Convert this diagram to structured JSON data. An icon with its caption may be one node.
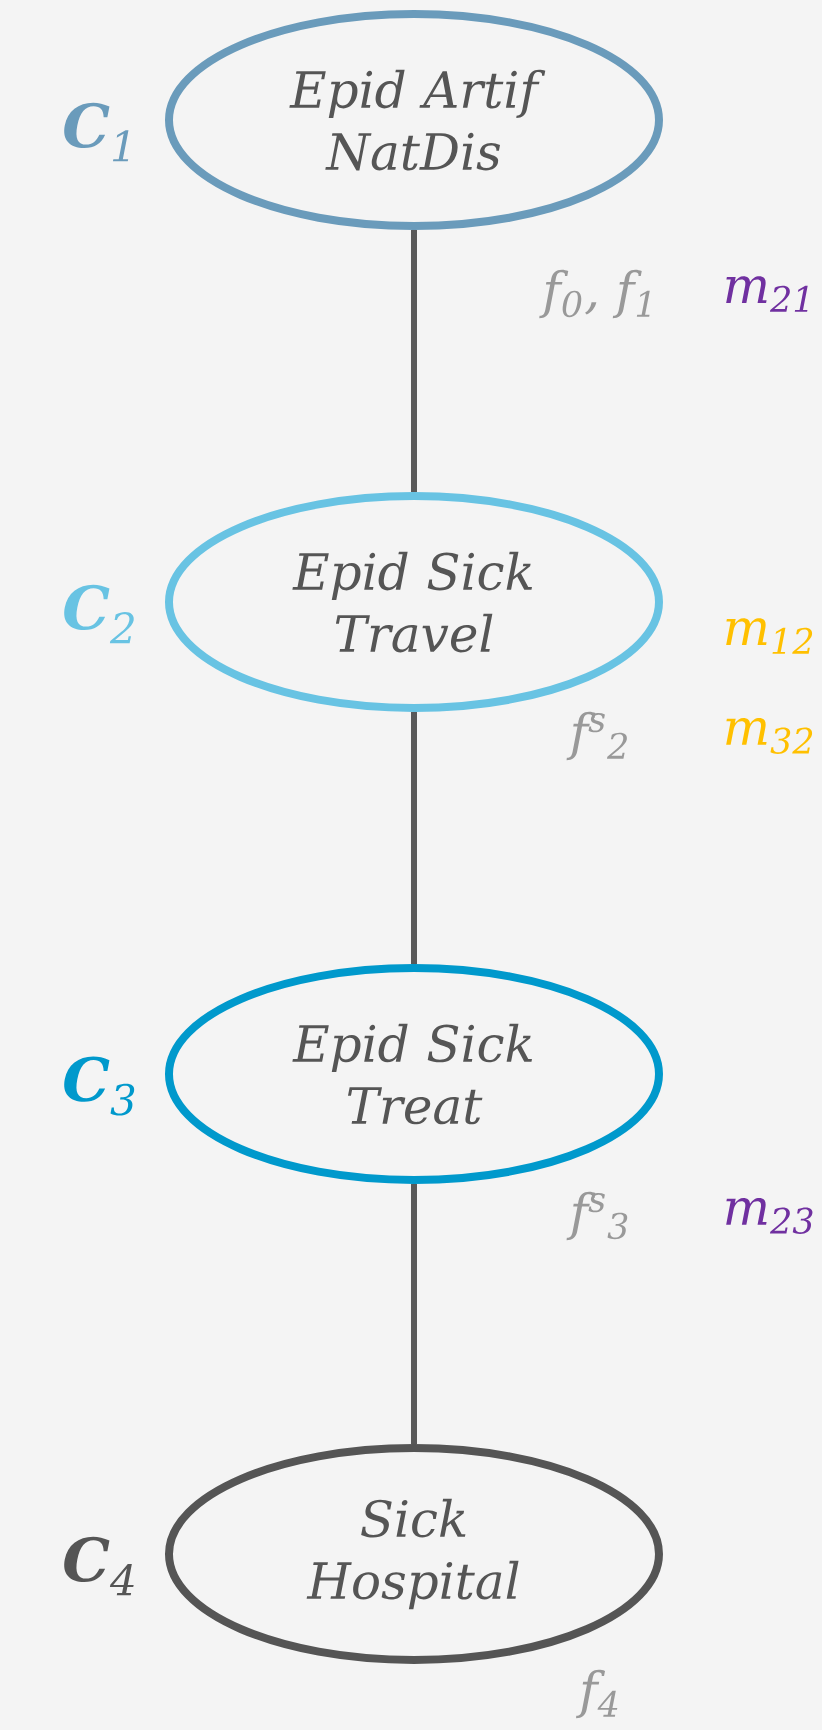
{
  "diagram": {
    "nodes": [
      {
        "text": [
          "Epid Artif NatDis"
        ],
        "beside": [
          "**C**$_{1}$"
        ]
      },
      {
        "text": [
          "Epid Sick Travel"
        ],
        "beside": [
          "**C**$_{2}$"
        ]
      },
      {
        "text": [
          "Epid Sick Treat"
        ],
        "beside": [
          "**C**$_{3}$"
        ]
      },
      {
        "text": [
          "Sick Hospital"
        ],
        "beside": [
          "**C**$_{4}$"
        ]
      }
    ],
    "edges": [
      {
        "from": 0,
        "to": 1,
        "arrow": "none"
      },
      {
        "from": 1,
        "to": 2,
        "arrow": "none"
      },
      {
        "from": 2,
        "to": 3,
        "arrow": "none"
      }
    ],
    "labels": [
      "f$_{0}$, f$_{1}$",
      "m$_{21}$",
      "m$_{12}$",
      "f$^{s}$$_{2}$",
      "m$_{32}$",
      "f$^{s}$$_{3}$",
      "m$_{23}$",
      "f$_{4}$"
    ]
  }
}
